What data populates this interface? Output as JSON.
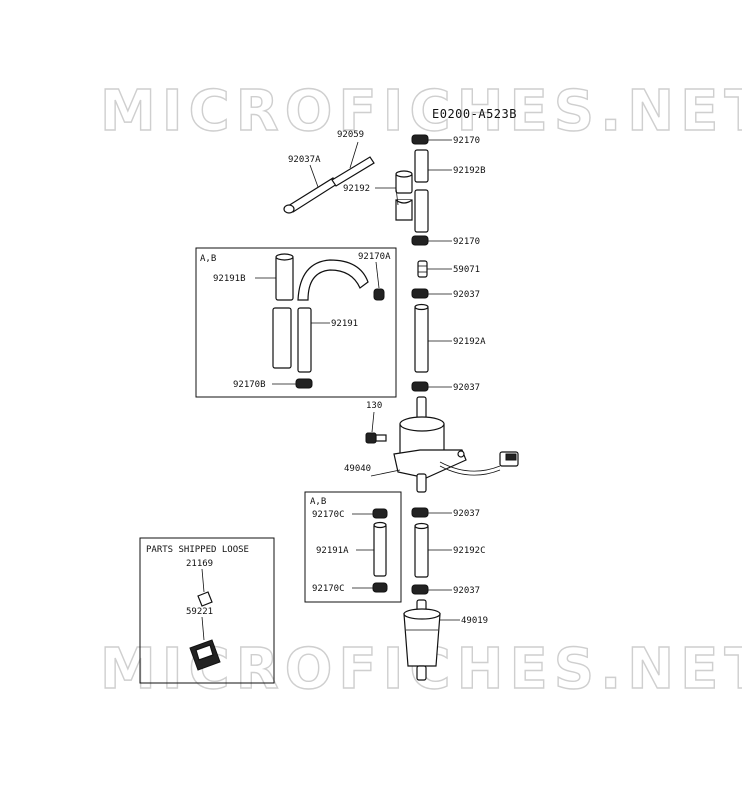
{
  "diagram_code": "E0200-A523B",
  "watermark": "MICROFICHES.NET",
  "group_ab_label": "A,B",
  "loose_box_title": "PARTS SHIPPED LOOSE",
  "labels": {
    "p92059": "92059",
    "p92037A": "92037A",
    "p92192": "92192",
    "p92170_top": "92170",
    "p92192B": "92192B",
    "p92170_mid": "92170",
    "p59071": "59071",
    "p92037_1": "92037",
    "p92192A": "92192A",
    "p92037_2": "92037",
    "p92170A": "92170A",
    "p92191B": "92191B",
    "p92191": "92191",
    "p92170B": "92170B",
    "p130": "130",
    "p49040": "49040",
    "p92037_3": "92037",
    "p92192C": "92192C",
    "p92037_4": "92037",
    "p49019": "49019",
    "p92170C_1": "92170C",
    "p92191A": "92191A",
    "p92170C_2": "92170C",
    "p21169": "21169",
    "p59221": "59221"
  }
}
